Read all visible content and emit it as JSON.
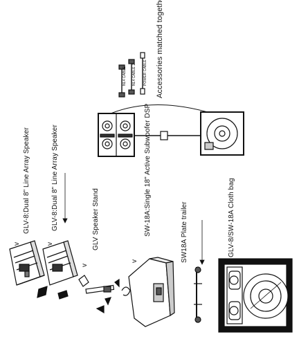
{
  "labels": {
    "line_array_speaker_1": "GLV-8:Dual 8\" Line Array Speaker",
    "line_array_speaker_2": "GLV-8:Dual 8\" Line Array Speaker",
    "speaker_stand": "GLV Speaker Stand",
    "subwoofer": "SW-18A:Single 18\" Active Subwoofer DSP",
    "plate_trailer": "SW18A   Plate trailer",
    "cloth_bag": "GLV-8/SW-18A  Cloth bag",
    "accessories": "Accessories matched together",
    "cable_1": "NL4 CABLE",
    "cable_2": "NL4 CABLE 2",
    "cable_3": "POWER CABLE"
  },
  "icons": {
    "arrow_glyph": "arrow-icon",
    "check_glyph": "v"
  }
}
